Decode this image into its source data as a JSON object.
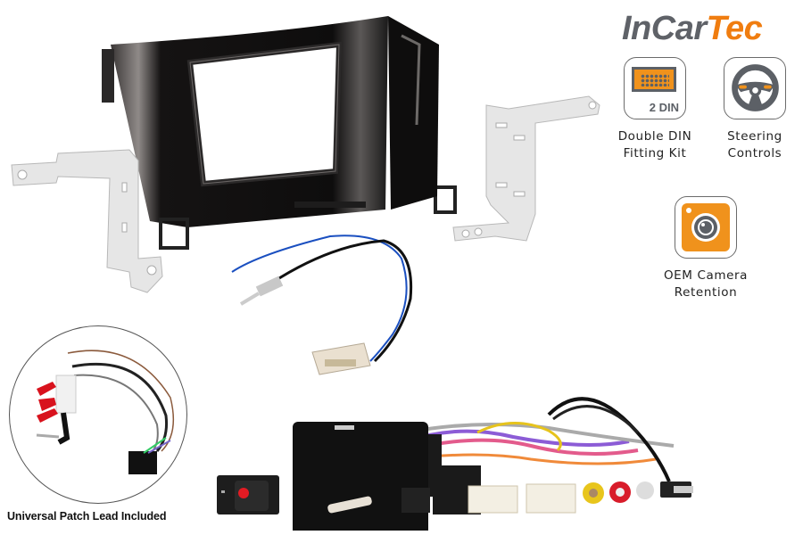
{
  "brand": {
    "logo_part1": "InCar",
    "logo_part2": "Tec",
    "color_gray": "#5f6268",
    "color_orange": "#f07d10"
  },
  "features": [
    {
      "icon": "double-din-icon",
      "badge": "2 DIN",
      "label_line1": "Double DIN",
      "label_line2": "Fitting Kit"
    },
    {
      "icon": "steering-wheel-icon",
      "label_line1": "Steering",
      "label_line2": "Controls"
    },
    {
      "icon": "camera-icon",
      "label_line1": "OEM Camera",
      "label_line2": "Retention"
    }
  ],
  "products": {
    "fascia": "gloss-black-double-din-fascia-panel",
    "brackets": [
      "left-mounting-bracket",
      "right-mounting-bracket"
    ],
    "antenna_adapter": "antenna-adapter-lead",
    "interface": "steering-control-interface-harness",
    "patch_lead": "universal-patch-lead"
  },
  "patch_lead_caption": "Universal Patch Lead Included",
  "colors": {
    "icon_orange": "#f0921c",
    "icon_gray": "#5c6066"
  }
}
